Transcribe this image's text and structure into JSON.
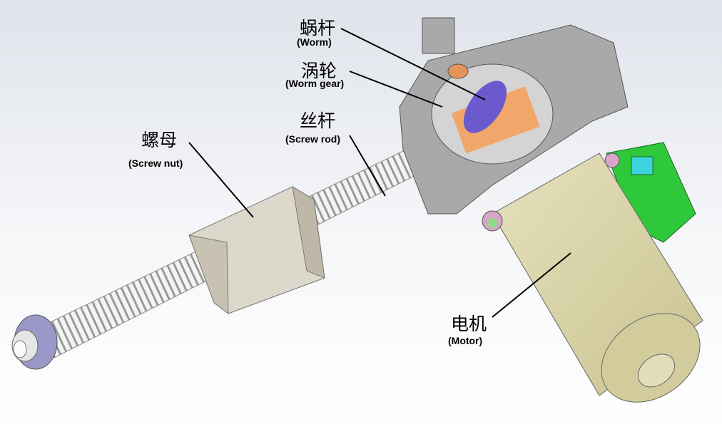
{
  "labels": {
    "worm": {
      "zh": "蜗杆",
      "en": "(Worm)"
    },
    "worm_gear": {
      "zh": "涡轮",
      "en": "(Worm gear)"
    },
    "screw_rod": {
      "zh": "丝杆",
      "en": "(Screw rod)"
    },
    "screw_nut": {
      "zh": "螺母",
      "en": "(Screw nut)"
    },
    "motor": {
      "zh": "电机",
      "en": "(Motor)"
    }
  },
  "colors": {
    "housing": "#a9a9a9",
    "motor": "#d8d2a4",
    "nut": "#ddd8cc",
    "connector": "#2fc83a",
    "worm": "#6a5acd",
    "gear": "#e8935a",
    "end_cap": "#9a98c8"
  }
}
